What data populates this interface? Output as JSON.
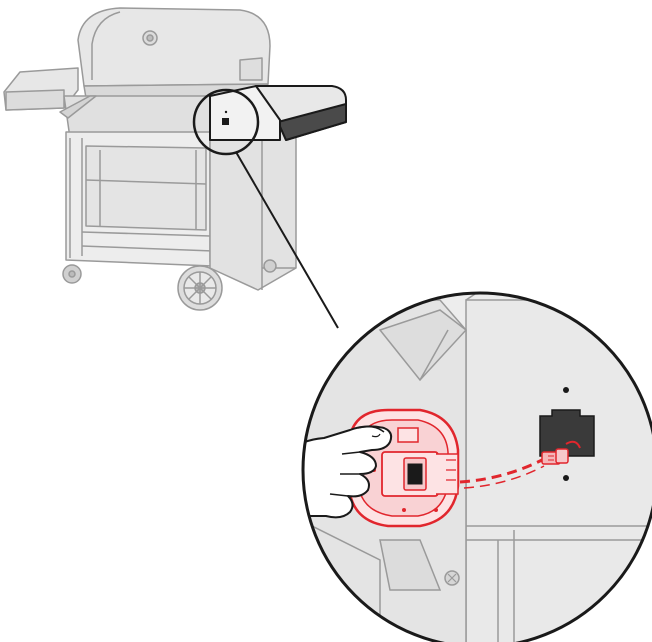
{
  "figure": {
    "kind": "assembly-illustration",
    "colors": {
      "grill_fill": "#e7e7e7",
      "grill_stroke": "#9a9a9a",
      "line_dark": "#1a1a1a",
      "highlight_red": "#e1262d",
      "highlight_fill": "#f6c9cb",
      "part_pink": "#f4b6b9",
      "bracket_dark": "#3a3a3a",
      "background": "#ffffff"
    },
    "icons": [
      "gas-grill-overview",
      "detail-callout-circle",
      "leader-line",
      "hand-icon",
      "control-module-housing",
      "wire-harness-connector",
      "mounting-bracket"
    ]
  }
}
